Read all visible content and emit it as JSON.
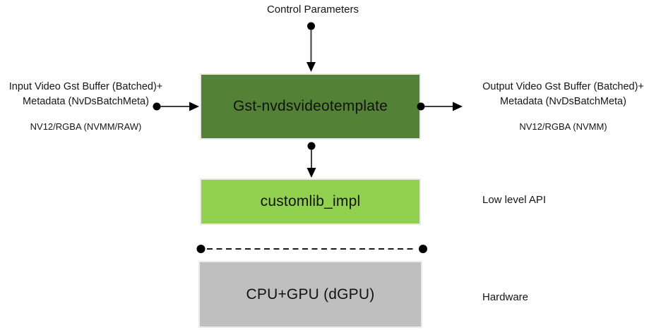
{
  "colors": {
    "gst_box_fill": "#538135",
    "customlib_box_fill": "#92d050",
    "hardware_box_fill": "#bfbfbf",
    "connector_line": "#3f3f3f",
    "connector_marker": "#000000",
    "text": "#111111",
    "background": "#ffffff"
  },
  "nodes": {
    "control_parameters": {
      "label": "Control Parameters"
    },
    "gst_plugin": {
      "label": "Gst-nvdsvideotemplate"
    },
    "customlib": {
      "label": "customlib_impl"
    },
    "hardware": {
      "label": "CPU+GPU (dGPU)"
    }
  },
  "annotations": {
    "input": {
      "line1": "Input Video Gst Buffer (Batched)+",
      "line2": "Metadata (NvDsBatchMeta)",
      "format": "NV12/RGBA (NVMM/RAW)"
    },
    "output": {
      "line1": "Output Video Gst Buffer (Batched)+",
      "line2": "Metadata (NvDsBatchMeta)",
      "format": "NV12/RGBA (NVMM)"
    },
    "low_level_api": "Low level API",
    "hardware": "Hardware"
  }
}
